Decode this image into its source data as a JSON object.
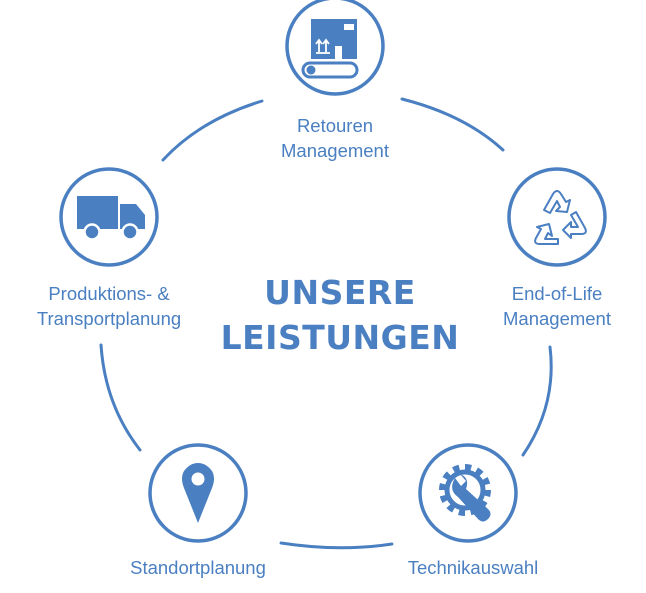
{
  "center": {
    "line1": "UNSERE",
    "line2": "LEISTUNGEN"
  },
  "nodes": [
    {
      "id": "retouren",
      "line1": "Retouren",
      "line2": "Management",
      "icon": "conveyor-box-icon"
    },
    {
      "id": "end-of-life",
      "line1": "End-of-Life",
      "line2": "Management",
      "icon": "recycle-icon"
    },
    {
      "id": "technik",
      "line1": "Technikauswahl",
      "line2": "",
      "icon": "gear-wrench-icon"
    },
    {
      "id": "standort",
      "line1": "Standortplanung",
      "line2": "",
      "icon": "location-pin-icon"
    },
    {
      "id": "produktion",
      "line1": "Produktions- &",
      "line2": "Transportplanung",
      "icon": "truck-icon"
    }
  ],
  "colors": {
    "primary": "#4a7fc1",
    "background": "#ffffff"
  }
}
